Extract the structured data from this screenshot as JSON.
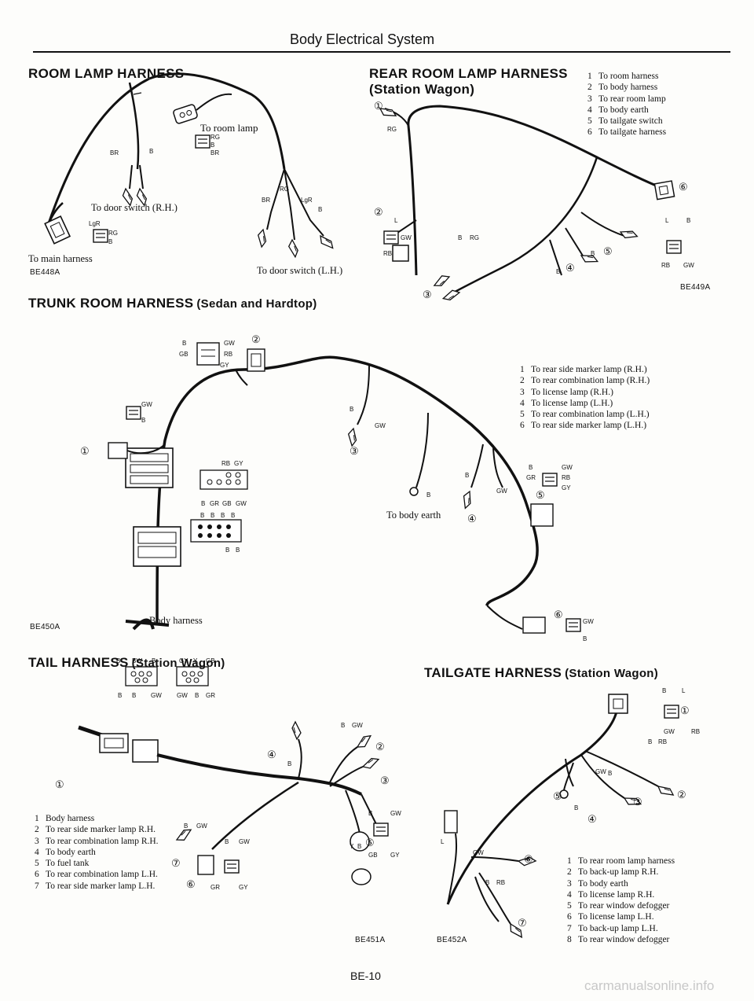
{
  "header": {
    "title": "Body Electrical System"
  },
  "room_lamp": {
    "title": "ROOM LAMP HARNESS",
    "labels": [
      "To room lamp",
      "To door switch (R.H.)",
      "To main harness",
      "To door switch (L.H.)"
    ],
    "code": "BE448A",
    "wires": [
      "BR",
      "B",
      "RG",
      "B",
      "BR",
      "RG",
      "BR",
      "LgR",
      "B",
      "LgR",
      "RG",
      "B"
    ]
  },
  "rear_room": {
    "title": "REAR ROOM LAMP HARNESS",
    "subtitle": "(Station Wagon)",
    "legend": [
      "To room harness",
      "To body harness",
      "To rear room lamp",
      "To body earth",
      "To tailgate switch",
      "To tailgate harness"
    ],
    "code": "BE449A",
    "wires": [
      "RG",
      "L",
      "GW",
      "RB",
      "B",
      "RG",
      "B",
      "B",
      "L",
      "B",
      "RB",
      "GW"
    ]
  },
  "trunk": {
    "title": "TRUNK ROOM HARNESS",
    "subtitle": "(Sedan and Hardtop)",
    "legend": [
      "To rear side marker lamp (R.H.)",
      "To rear combination lamp (R.H.)",
      "To license lamp (R.H.)",
      "To license lamp (L.H.)",
      "To rear combination lamp (L.H.)",
      "To rear side marker lamp (L.H.)"
    ],
    "labels": [
      "To body earth",
      "Body harness"
    ],
    "code": "BE450A",
    "wires": [
      "B",
      "GW",
      "GB",
      "RB",
      "GY",
      "GW",
      "B",
      "RB",
      "GY",
      "B",
      "GR",
      "GB",
      "GW",
      "B",
      "B",
      "B",
      "B",
      "B",
      "B",
      "B",
      "GW",
      "B",
      "B",
      "GW",
      "B",
      "GW",
      "GR",
      "RB",
      "GY",
      "GW",
      "B"
    ]
  },
  "tail": {
    "title": "TAIL HARNESS",
    "subtitle": "(Station Wagon)",
    "legend": [
      "Body harness",
      "To rear side marker lamp R.H.",
      "To rear combination lamp R.H.",
      "To body earth",
      "To fuel tank",
      "To rear combination lamp L.H.",
      "To rear side marker lamp L.H."
    ],
    "code": "BE451A",
    "wires": [
      "B",
      "BW",
      "B",
      "GY",
      "Y",
      "GB",
      "B",
      "B",
      "GW",
      "GW",
      "B",
      "GR",
      "B",
      "GW",
      "B",
      "B",
      "GW",
      "GB",
      "GY",
      "Y",
      "B",
      "B",
      "GW",
      "B",
      "GW",
      "GR",
      "GY"
    ]
  },
  "tailgate": {
    "title": "TAILGATE HARNESS",
    "subtitle": "(Station Wagon)",
    "legend": [
      "To rear room lamp harness",
      "To back-up lamp R.H.",
      "To body earth",
      "To license lamp R.H.",
      "To rear window defogger",
      "To license lamp L.H.",
      "To back-up lamp L.H.",
      "To rear window defogger"
    ],
    "code": "BE452A",
    "wires": [
      "B",
      "L",
      "GW",
      "RB",
      "B",
      "RB",
      "GW",
      "B",
      "B",
      "L",
      "GW",
      "B",
      "RB"
    ]
  },
  "footer": {
    "page": "BE-10",
    "watermark": "carmanualsonline.info"
  }
}
